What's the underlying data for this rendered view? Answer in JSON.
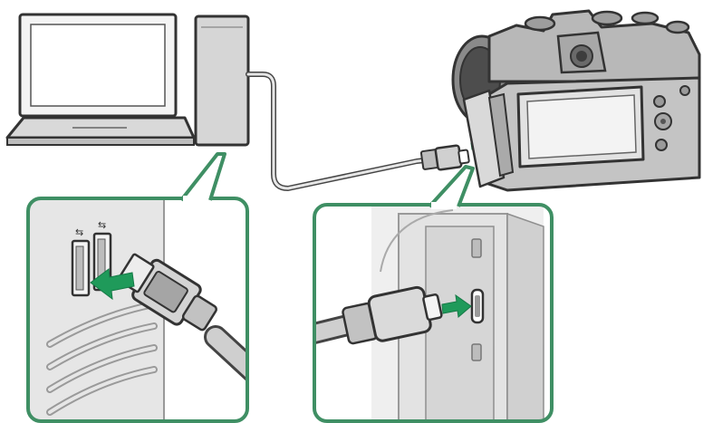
{
  "figure": {
    "kind": "illustration",
    "style": "line-art",
    "components": [
      {
        "id": "laptop",
        "icon": "laptop-icon"
      },
      {
        "id": "computer-tower",
        "icon": "computer-tower-icon"
      },
      {
        "id": "usb-cable",
        "icon": "usb-cable-icon"
      },
      {
        "id": "camera",
        "icon": "camera-icon"
      },
      {
        "id": "computer-port-detail",
        "icon": "usb-a-port-icon"
      },
      {
        "id": "camera-port-detail",
        "icon": "usb-c-port-icon"
      }
    ]
  },
  "colors": {
    "outline": "#333333",
    "line_gray": "#7a7a7a",
    "fill_light": "#e8e8e8",
    "fill_mid": "#cfcfcf",
    "fill_dark": "#9a9a9a",
    "accent_green": "#1f9a5a",
    "callout_green": "#3f8f64",
    "background": "#ffffff"
  }
}
